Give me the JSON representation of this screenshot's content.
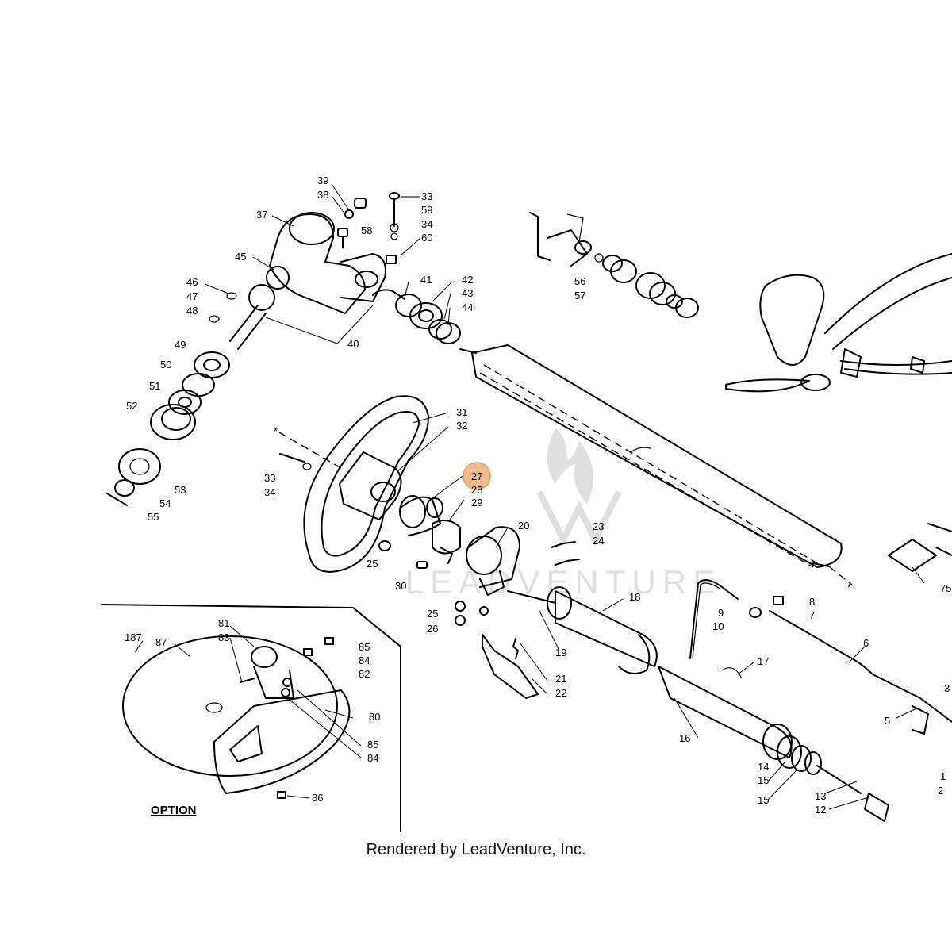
{
  "callouts": [
    {
      "n": "39"
    },
    {
      "n": "38"
    },
    {
      "n": "37"
    },
    {
      "n": "58"
    },
    {
      "n": "33"
    },
    {
      "n": "59"
    },
    {
      "n": "34"
    },
    {
      "n": "60"
    },
    {
      "n": "45"
    },
    {
      "n": "46"
    },
    {
      "n": "47"
    },
    {
      "n": "48"
    },
    {
      "n": "49"
    },
    {
      "n": "50"
    },
    {
      "n": "51"
    },
    {
      "n": "52"
    },
    {
      "n": "53"
    },
    {
      "n": "54"
    },
    {
      "n": "55"
    },
    {
      "n": "40"
    },
    {
      "n": "41"
    },
    {
      "n": "42"
    },
    {
      "n": "43"
    },
    {
      "n": "44"
    },
    {
      "n": "56"
    },
    {
      "n": "57"
    },
    {
      "n": "31"
    },
    {
      "n": "32"
    },
    {
      "n": "33"
    },
    {
      "n": "34"
    },
    {
      "n": "27"
    },
    {
      "n": "28"
    },
    {
      "n": "29"
    },
    {
      "n": "25"
    },
    {
      "n": "30"
    },
    {
      "n": "20"
    },
    {
      "n": "23"
    },
    {
      "n": "24"
    },
    {
      "n": "18"
    },
    {
      "n": "25"
    },
    {
      "n": "26"
    },
    {
      "n": "19"
    },
    {
      "n": "21"
    },
    {
      "n": "22"
    },
    {
      "n": "9"
    },
    {
      "n": "10"
    },
    {
      "n": "8"
    },
    {
      "n": "7"
    },
    {
      "n": "6"
    },
    {
      "n": "17"
    },
    {
      "n": "16"
    },
    {
      "n": "14"
    },
    {
      "n": "15"
    },
    {
      "n": "15"
    },
    {
      "n": "13"
    },
    {
      "n": "12"
    },
    {
      "n": "5"
    },
    {
      "n": "3"
    },
    {
      "n": "1"
    },
    {
      "n": "2"
    },
    {
      "n": "75"
    },
    {
      "n": "187"
    },
    {
      "n": "87"
    },
    {
      "n": "81"
    },
    {
      "n": "83"
    },
    {
      "n": "85"
    },
    {
      "n": "84"
    },
    {
      "n": "82"
    },
    {
      "n": "80"
    },
    {
      "n": "85"
    },
    {
      "n": "84"
    },
    {
      "n": "86"
    }
  ],
  "highlighted_callout": "27",
  "option_label": "OPTION",
  "footer": "Rendered by LeadVenture, Inc.",
  "watermark": "LEADVENTURE",
  "colors": {
    "highlight": "#f0b27a",
    "ink": "#000000",
    "background": "#ffffff"
  }
}
